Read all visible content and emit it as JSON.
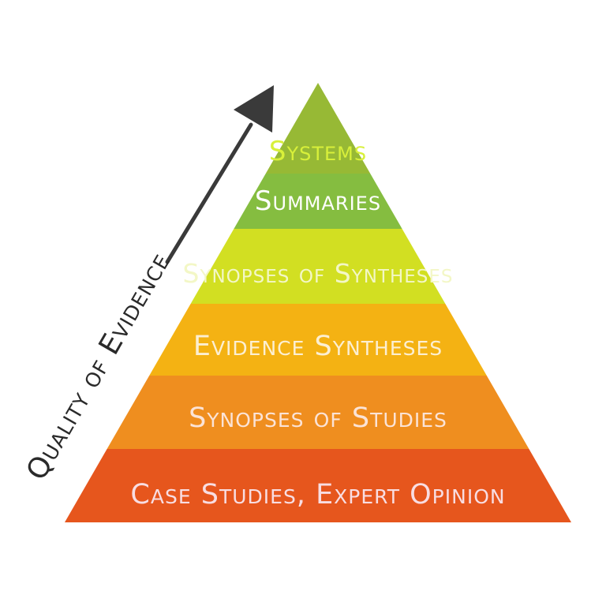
{
  "tiers": [
    {
      "label": "Systems",
      "color": "#97b935",
      "text_color": "#d8f03a"
    },
    {
      "label": "Summaries",
      "color": "#85bd40",
      "text_color": "#ffffff"
    },
    {
      "label": "Synopses of Syntheses",
      "color": "#d2df22",
      "text_color": "#f3f7c6"
    },
    {
      "label": "Evidence Syntheses",
      "color": "#f4b213",
      "text_color": "#fcefd2"
    },
    {
      "label": "Synopses of Studies",
      "color": "#ef8e1f",
      "text_color": "#fbe3d6"
    },
    {
      "label": "Case Studies, Expert Opinion",
      "color": "#e6561d",
      "text_color": "#f8dde2"
    }
  ],
  "axis": {
    "label": "Quality of Evidence",
    "arrow_color": "#3a3a3a"
  }
}
